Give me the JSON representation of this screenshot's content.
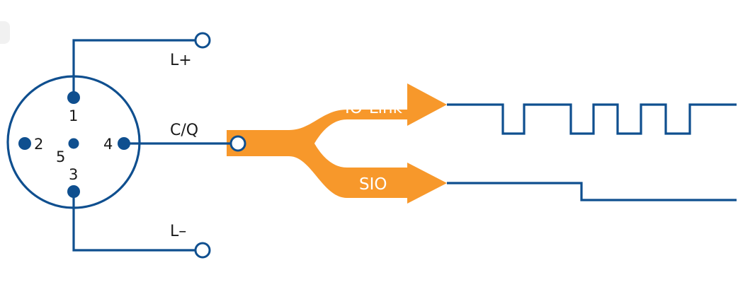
{
  "colors": {
    "wire": "#0f4f8f",
    "accent": "#f7982b"
  },
  "connector": {
    "pins": [
      {
        "number": "1",
        "role": "L+"
      },
      {
        "number": "2",
        "role": ""
      },
      {
        "number": "3",
        "role": "L–"
      },
      {
        "number": "4",
        "role": "C/Q"
      },
      {
        "number": "5",
        "role": ""
      }
    ]
  },
  "terminals": {
    "l_plus": "L+",
    "cq": "C/Q",
    "l_minus": "L–"
  },
  "branches": {
    "io_link": "IO-Link",
    "sio": "SIO"
  },
  "signals": {
    "io_link_waveform": "digital pulse train",
    "sio_waveform": "single high-to-low switching"
  }
}
